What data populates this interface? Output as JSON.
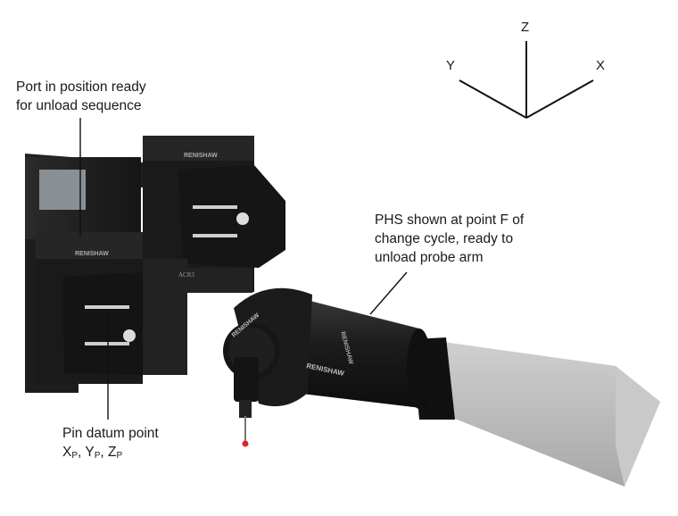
{
  "axes": {
    "z": "Z",
    "y": "Y",
    "x": "X"
  },
  "callouts": {
    "port": {
      "line1": "Port in position ready",
      "line2": "for unload sequence"
    },
    "phs": {
      "line1": "PHS shown at point F of",
      "line2": "change cycle, ready to",
      "line3": "unload probe arm"
    },
    "pin": {
      "line1": "Pin datum point",
      "line2_x": "X",
      "line2_y": "Y",
      "line2_z": "Z",
      "sub_p": "P",
      "sep": ", "
    }
  },
  "brand_marks": {
    "rack_top": "RENISHAW",
    "rack_lower": "RENISHAW",
    "rack_model": "ACR3",
    "probe_head": "RENISHAW",
    "probe_body": "RENISHAW",
    "probe_side": "RENISHAW"
  },
  "colors": {
    "rack_body": "#1c1c1c",
    "rack_shade": "#2a2a2a",
    "probe_body": "#1e1e1e",
    "extension": "#b9b9b9",
    "stylus_tip": "#d8262b",
    "text": "#1a1a1a"
  }
}
